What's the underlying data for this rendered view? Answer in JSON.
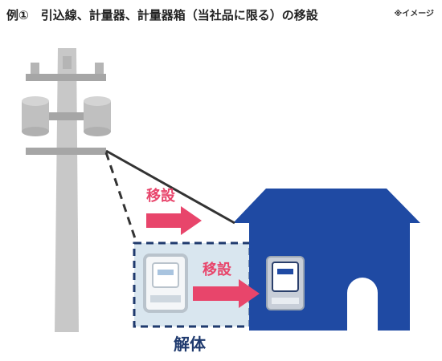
{
  "title": "例①　引込線、計量器、計量器箱（当社品に限る）の移設",
  "note": "※イメージ",
  "labels": {
    "move_top": "移設",
    "move_middle": "移設",
    "dismantle": "解体"
  },
  "colors": {
    "pole": "#c8c8c8",
    "pole_dark": "#a6a6a6",
    "house": "#1f4aa3",
    "arrow": "#e8456b",
    "dashed": "#1f3a6e",
    "dismantle_fill": "#d9e6ef",
    "service_line": "#333333"
  },
  "icons": [
    "utility-pole-icon",
    "house-icon",
    "meter-icon",
    "arrow-right-icon"
  ]
}
